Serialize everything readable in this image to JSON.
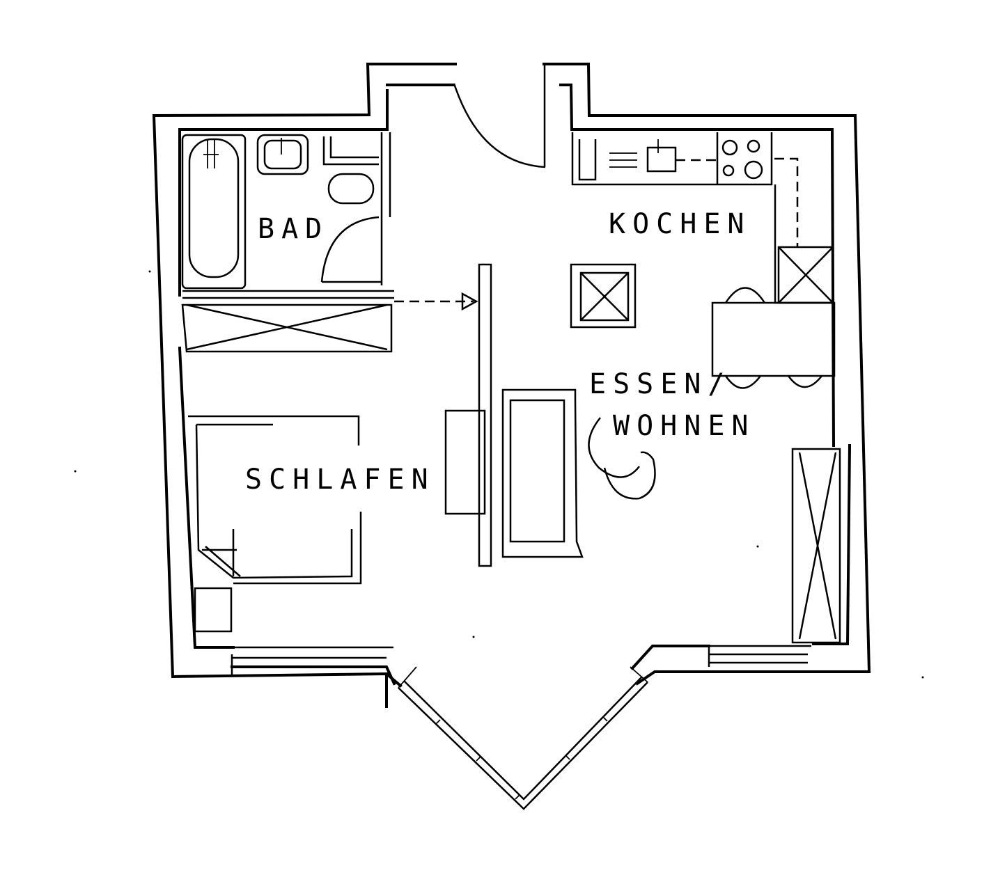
{
  "rooms": {
    "bath": "BAD",
    "kitchen": "KOCHEN",
    "dining_line1": "ESSEN/",
    "dining_line2": "WOHNEN",
    "bedroom": "SCHLAFEN"
  }
}
